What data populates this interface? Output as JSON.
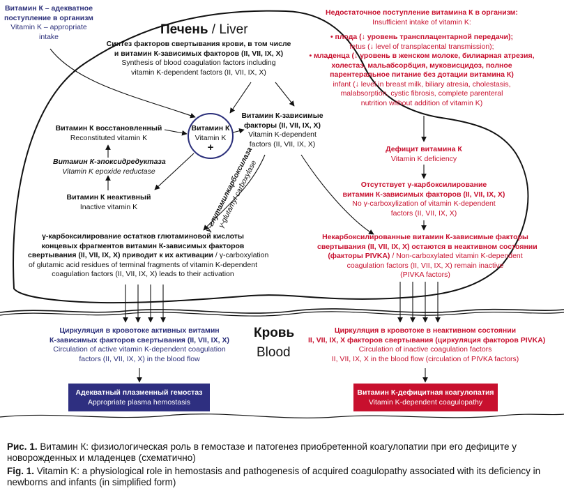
{
  "liver_title": {
    "ru": "Печень",
    "sep": " / ",
    "en": "Liver"
  },
  "blood_title": {
    "ru": "Кровь",
    "en": "Blood"
  },
  "intake": {
    "ru1": "Витамин К – адекватное",
    "ru2": "поступление в организм",
    "en1": "Vitamin K – appropriate",
    "en2": "intake"
  },
  "synthesis": {
    "ru1": "Синтез факторов свертывания крови, в том числе",
    "ru2": "и витамин К-зависимых факторов (II, VII, IX, X)",
    "en1": "Synthesis of blood coagulation factors including",
    "en2": "vitamin K-dependent factors (II, VII, IX, X)"
  },
  "center": {
    "ru": "Витамин К",
    "en": "Vitamin K",
    "plus": "+"
  },
  "reduced": {
    "ru": "Витамин К восстановленный",
    "en": "Reconstituted vitamin K"
  },
  "epoxide": {
    "ru": "Витамин К-эпоксидредуктаза",
    "en": "Vitamin K epoxide reductase"
  },
  "inactive": {
    "ru": "Витамин К неактивный",
    "en": "Inactive vitamin K"
  },
  "dependent": {
    "ru1": "Витамин К-зависимые",
    "ru2": "факторы (II, VII, IX, X)",
    "en1": "Vitamin K-dependent",
    "en2": "factors (II, VII, IX, X)"
  },
  "carboxylase": {
    "ru": "γ-глутамилкарбоксилаза",
    "en": "γ-glutamyl carboxylase"
  },
  "carboxylation": {
    "l1": "γ-карбоксилирование остатков глютаминовой кислоты",
    "l2": "концевых фрагментов витамин К-зависимых факторов",
    "l3": "свертывания (II, VII, IX, X) приводит к их активации",
    "l3b": " / γ-carboxylation",
    "l4": "of glutamic acid residues of terminal fragments of vitamin K-dependent",
    "l5": "coagulation factors (II, VII, IX, X) leads to their activation"
  },
  "insufficient": {
    "ru1": "Недостаточное поступление витамина К в организм:",
    "en1": "Insufficient intake of vitamin K:",
    "fetus_ru": "• плода (↓ уровень трансплацентарной передачи);",
    "fetus_en": "fetus (↓ level of transplacental transmission);",
    "inf_ru1": "• младенца (↓ уровень в женском молоке, билиарная атрезия,",
    "inf_ru2": "холестаз, мальабсорбция, муковисцидоз, полное",
    "inf_ru3": "парентеральное питание без дотации витамина К)",
    "inf_en1": "infant (↓ level in breast milk, biliary atresia, cholestasis,",
    "inf_en2": "malabsorption, cystic fibrosis, complete parenteral",
    "inf_en3": "nutrition without addition of vitamin K)"
  },
  "deficit": {
    "ru": "Дефицит витамина К",
    "en": "Vitamin K deficiency"
  },
  "no_carbox": {
    "ru1": "Отсутствует γ-карбоксилирование",
    "ru2": "витамин К-зависимых факторов (II, VII,  IX, X)",
    "en1": "No γ-carboxylization of vitamin K-dependent",
    "en2": "factors (II, VII, IX, X)"
  },
  "pivka": {
    "ru1": "Некарбоксилированные витамин К-зависимые факторы",
    "ru2": "свертывания (II, VII,  IX, X) остаются в неактивном состоянии",
    "ru3": "(факторы PIVKA)",
    "ru3b": " / Non-carboxylated vitamin K-dependent",
    "en1": "coagulation factors (II, VII, IX, X) remain inactive",
    "en2": "(PIVKA factors)"
  },
  "circ_active": {
    "ru1": "Циркуляция в кровотоке активных витамин",
    "ru2": "К-зависимых факторов свертывания (II, VII,  IX, X)",
    "en1": "Circulation of active vitamin K-dependent coagulation",
    "en2": "factors (II, VII, IX, X) in the blood flow"
  },
  "circ_inactive": {
    "ru1": "Циркуляция в кровотоке в неактивном состоянии",
    "ru2": "II, VII,  IX, X факторов свертывания (циркуляция факторов PIVKA)",
    "en1": "Circulation of inactive coagulation factors",
    "en2": "II, VII, IX, X in the blood flow (circulation of PIVKA factors)"
  },
  "hemostasis": {
    "ru": "Адекватный плазменный гемостаз",
    "en": "Appropriate plasma hemostasis"
  },
  "coagulopathy": {
    "ru": "Витамин К-дефицитная коагулопатия",
    "en": "Vitamin K-dependent coagulopathy"
  },
  "caption": {
    "ru_label": "Рис. 1.",
    "ru_text": " Витамин К: физиологическая роль в гемостазе и патогенез приобретенной коагулопатии при его дефиците у новорожденных и младенцев (схематично)",
    "en_label": "Fig. 1.",
    "en_text": " Vitamin K: a physiological role in hemostasis and pathogenesis of acquired coagulopathy associated with its deficiency in newborns and infants (in simplified form)"
  },
  "colors": {
    "navy": "#2b2f7a",
    "red": "#c8102e",
    "navy_box": "#2e2f80",
    "red_box": "#c8102e"
  }
}
